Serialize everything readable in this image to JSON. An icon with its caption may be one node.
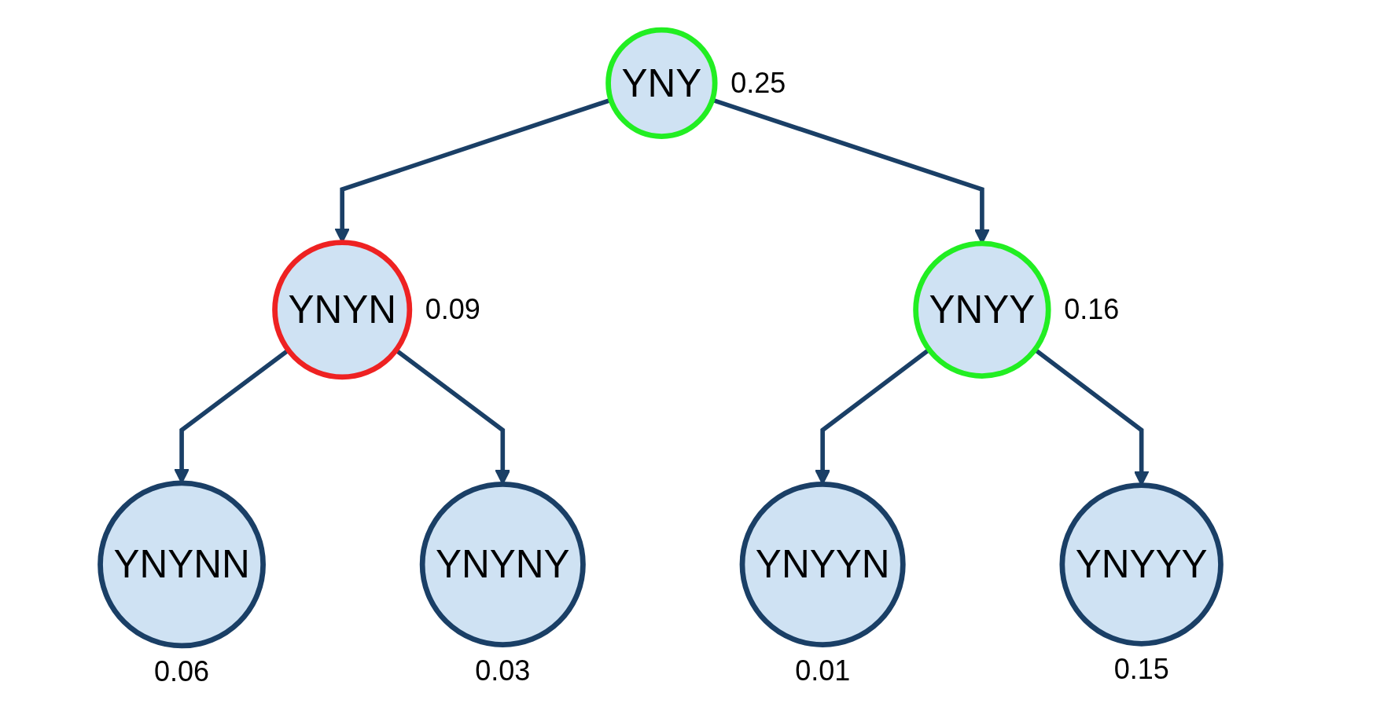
{
  "diagram": {
    "nodes": [
      {
        "text": [
          "YNY"
        ],
        "beside": [
          "0.25"
        ]
      },
      {
        "text": [
          "YNYN"
        ],
        "beside": [
          "0.09"
        ]
      },
      {
        "text": [
          "YNYY"
        ],
        "beside": [
          "0.16"
        ]
      },
      {
        "text": [
          "YNYNN"
        ],
        "beside": [
          "0.06"
        ]
      },
      {
        "text": [
          "YNYNY"
        ],
        "beside": [
          "0.03"
        ]
      },
      {
        "text": [
          "YNYYN"
        ],
        "beside": [
          "0.01"
        ]
      },
      {
        "text": [
          "YNYYY"
        ],
        "beside": [
          "0.15"
        ]
      }
    ],
    "edges": [
      {
        "from": 0,
        "to": 1,
        "arrow": "to"
      },
      {
        "from": 0,
        "to": 2,
        "arrow": "to"
      },
      {
        "from": 1,
        "to": 3,
        "arrow": "to"
      },
      {
        "from": 1,
        "to": 4,
        "arrow": "to"
      },
      {
        "from": 2,
        "to": 5,
        "arrow": "to"
      },
      {
        "from": 2,
        "to": 6,
        "arrow": "to"
      }
    ]
  }
}
